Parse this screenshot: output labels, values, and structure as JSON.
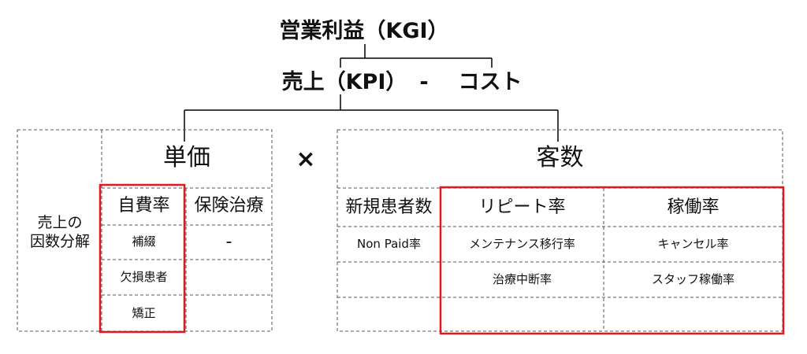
{
  "tree": {
    "root": "営業利益（KGI）",
    "sales": "売上（KPI）",
    "minus": "-",
    "cost": "コスト",
    "operator": "×"
  },
  "left_table": {
    "side_label_line1": "売上の",
    "side_label_line2": "因数分解",
    "header": "単価",
    "columns": [
      "自費率",
      "保険治療"
    ],
    "self_pay_items": [
      "補綴",
      "欠損患者",
      "矯正"
    ],
    "insurance_items": [
      "-",
      "",
      ""
    ]
  },
  "right_table": {
    "header": "客数",
    "columns": [
      "新規患者数",
      "リピート率",
      "稼働率"
    ],
    "new_patient_items": [
      "Non Paid率",
      "",
      ""
    ],
    "repeat_items": [
      "メンテナンス移行率",
      "治療中断率",
      ""
    ],
    "utilization_items": [
      "キャンセル率",
      "スタッフ稼働率",
      ""
    ]
  },
  "colors": {
    "highlight_border": "#e0191e",
    "line": "#000000",
    "dashed_border": "#555555"
  }
}
